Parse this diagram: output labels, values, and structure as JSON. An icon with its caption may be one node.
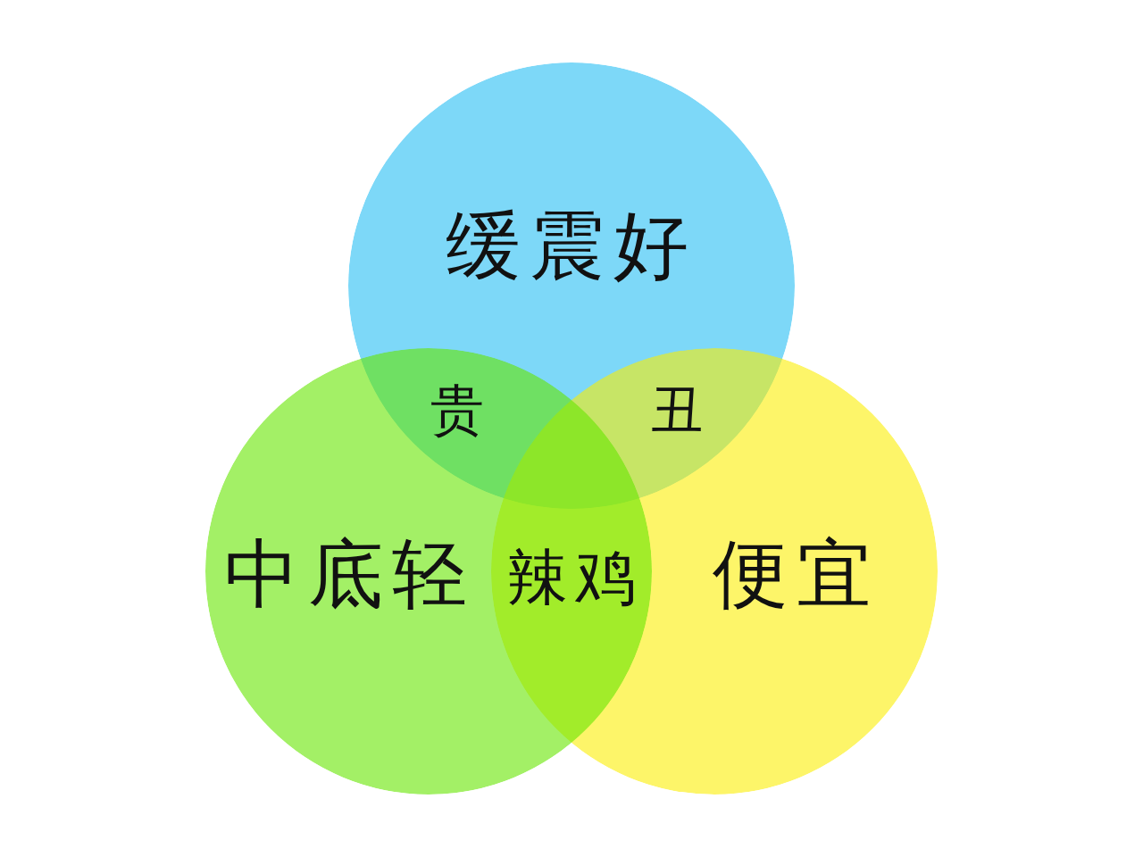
{
  "diagram": {
    "nodes": [
      {
        "text": [
          "缓震好"
        ]
      },
      {
        "text": [
          "中底轻"
        ]
      },
      {
        "text": [
          "便宜"
        ]
      }
    ],
    "labels": [
      "贵",
      "丑",
      "辣鸡"
    ]
  }
}
